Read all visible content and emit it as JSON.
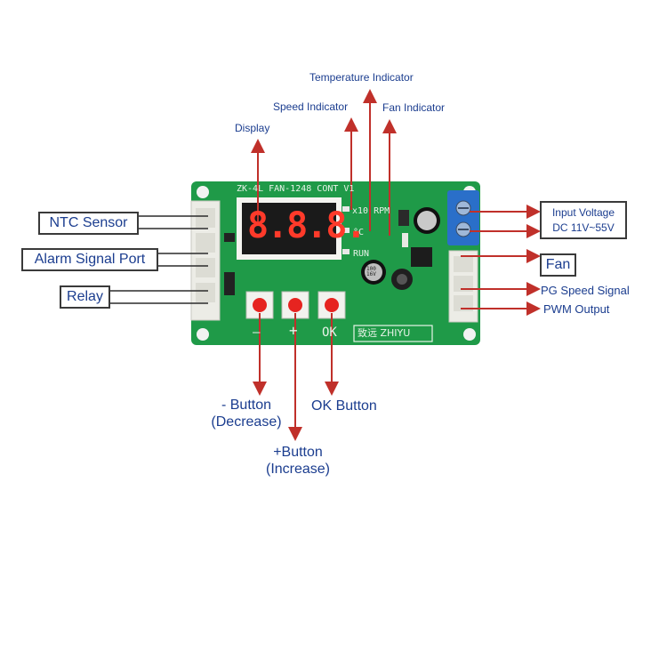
{
  "board": {
    "silkscreen": "ZK-4L FAN-1248 CONT V1",
    "display_digits": "8.8.8.",
    "unit_x10_rpm": "x10 RPM",
    "unit_celsius": "°C",
    "run": "RUN",
    "brand": "致远 ZHIYU",
    "button_minus": "—",
    "button_plus": "+",
    "button_ok": "OK",
    "cap_text": "100 16V"
  },
  "labels": {
    "temperature_indicator": "Temperature Indicator",
    "speed_indicator": "Speed Indicator",
    "fan_indicator": "Fan Indicator",
    "display": "Display",
    "ntc_sensor": "NTC Sensor",
    "alarm_signal_port": "Alarm Signal Port",
    "relay": "Relay",
    "input_voltage_line1": "Input Voltage",
    "input_voltage_line2": "DC 11V~55V",
    "fan": "Fan",
    "pg_speed_signal": "PG Speed Signal",
    "pwm_output": "PWM Output",
    "minus_button_line1": "- Button",
    "minus_button_line2": "(Decrease)",
    "plus_button_line1": "+Button",
    "plus_button_line2": "(Increase)",
    "ok_button": "OK Button"
  },
  "colors": {
    "pcb": "#1f9a48",
    "arrow": "#c0302a",
    "label": "#1b3d8f",
    "terminal": "#2a6fc9"
  }
}
